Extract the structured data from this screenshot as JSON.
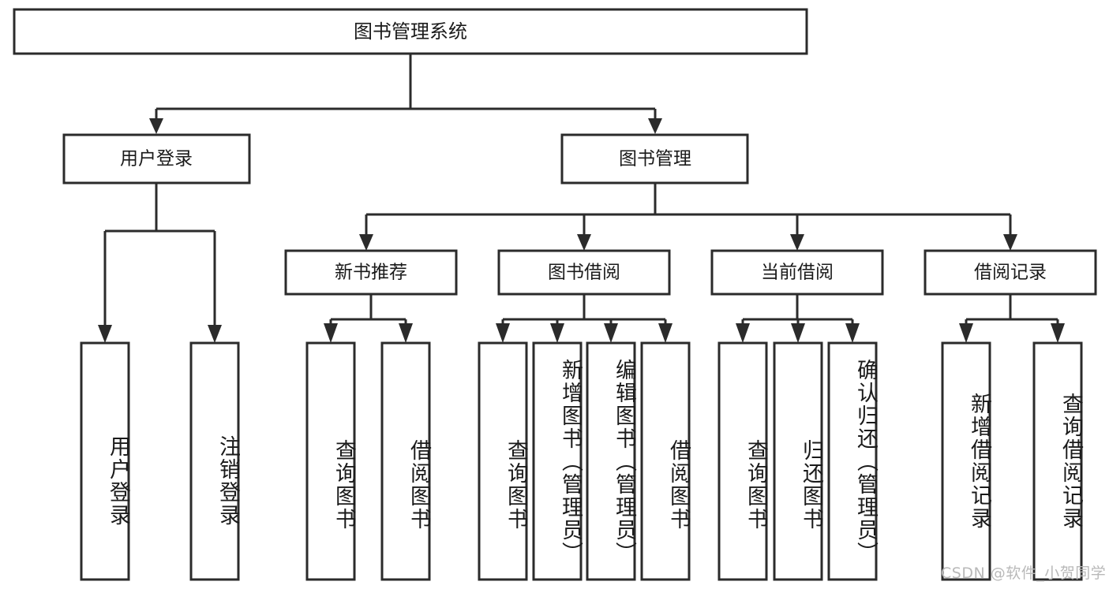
{
  "diagram": {
    "type": "tree",
    "title": "图书管理系统",
    "root": {
      "id": "root",
      "label": "图书管理系统"
    },
    "level2": [
      {
        "id": "user-login",
        "label": "用户登录"
      },
      {
        "id": "book-manage",
        "label": "图书管理"
      }
    ],
    "level3": [
      {
        "id": "new-book-recommend",
        "label": "新书推荐",
        "parent": "book-manage"
      },
      {
        "id": "book-borrow",
        "label": "图书借阅",
        "parent": "book-manage"
      },
      {
        "id": "current-borrow",
        "label": "当前借阅",
        "parent": "book-manage"
      },
      {
        "id": "borrow-record",
        "label": "借阅记录",
        "parent": "book-manage"
      }
    ],
    "leaves": [
      {
        "id": "leaf-user-login",
        "label": "用户登录",
        "parent": "user-login"
      },
      {
        "id": "leaf-logout",
        "label": "注销登录",
        "parent": "user-login"
      },
      {
        "id": "leaf-query-book-1",
        "label": "查询图书",
        "parent": "new-book-recommend"
      },
      {
        "id": "leaf-borrow-book-1",
        "label": "借阅图书",
        "parent": "new-book-recommend"
      },
      {
        "id": "leaf-query-book-2",
        "label": "查询图书",
        "parent": "book-borrow"
      },
      {
        "id": "leaf-add-book",
        "label": "新增图书（管理员）",
        "parent": "book-borrow"
      },
      {
        "id": "leaf-edit-book",
        "label": "编辑图书（管理员）",
        "parent": "book-borrow"
      },
      {
        "id": "leaf-borrow-book-2",
        "label": "借阅图书",
        "parent": "book-borrow"
      },
      {
        "id": "leaf-query-book-3",
        "label": "查询图书",
        "parent": "current-borrow"
      },
      {
        "id": "leaf-return-book",
        "label": "归还图书",
        "parent": "current-borrow"
      },
      {
        "id": "leaf-confirm-return",
        "label": "确认归还（管理员）",
        "parent": "current-borrow"
      },
      {
        "id": "leaf-add-record",
        "label": "新增借阅记录",
        "parent": "borrow-record"
      },
      {
        "id": "leaf-query-record",
        "label": "查询借阅记录",
        "parent": "borrow-record"
      }
    ],
    "colors": {
      "stroke": "#2b2b2b",
      "fill": "#ffffff",
      "text": "#1a1a1a",
      "watermark": "#b9b9b9"
    }
  },
  "watermark": {
    "text": "CSDN @软件_小贺同学"
  }
}
